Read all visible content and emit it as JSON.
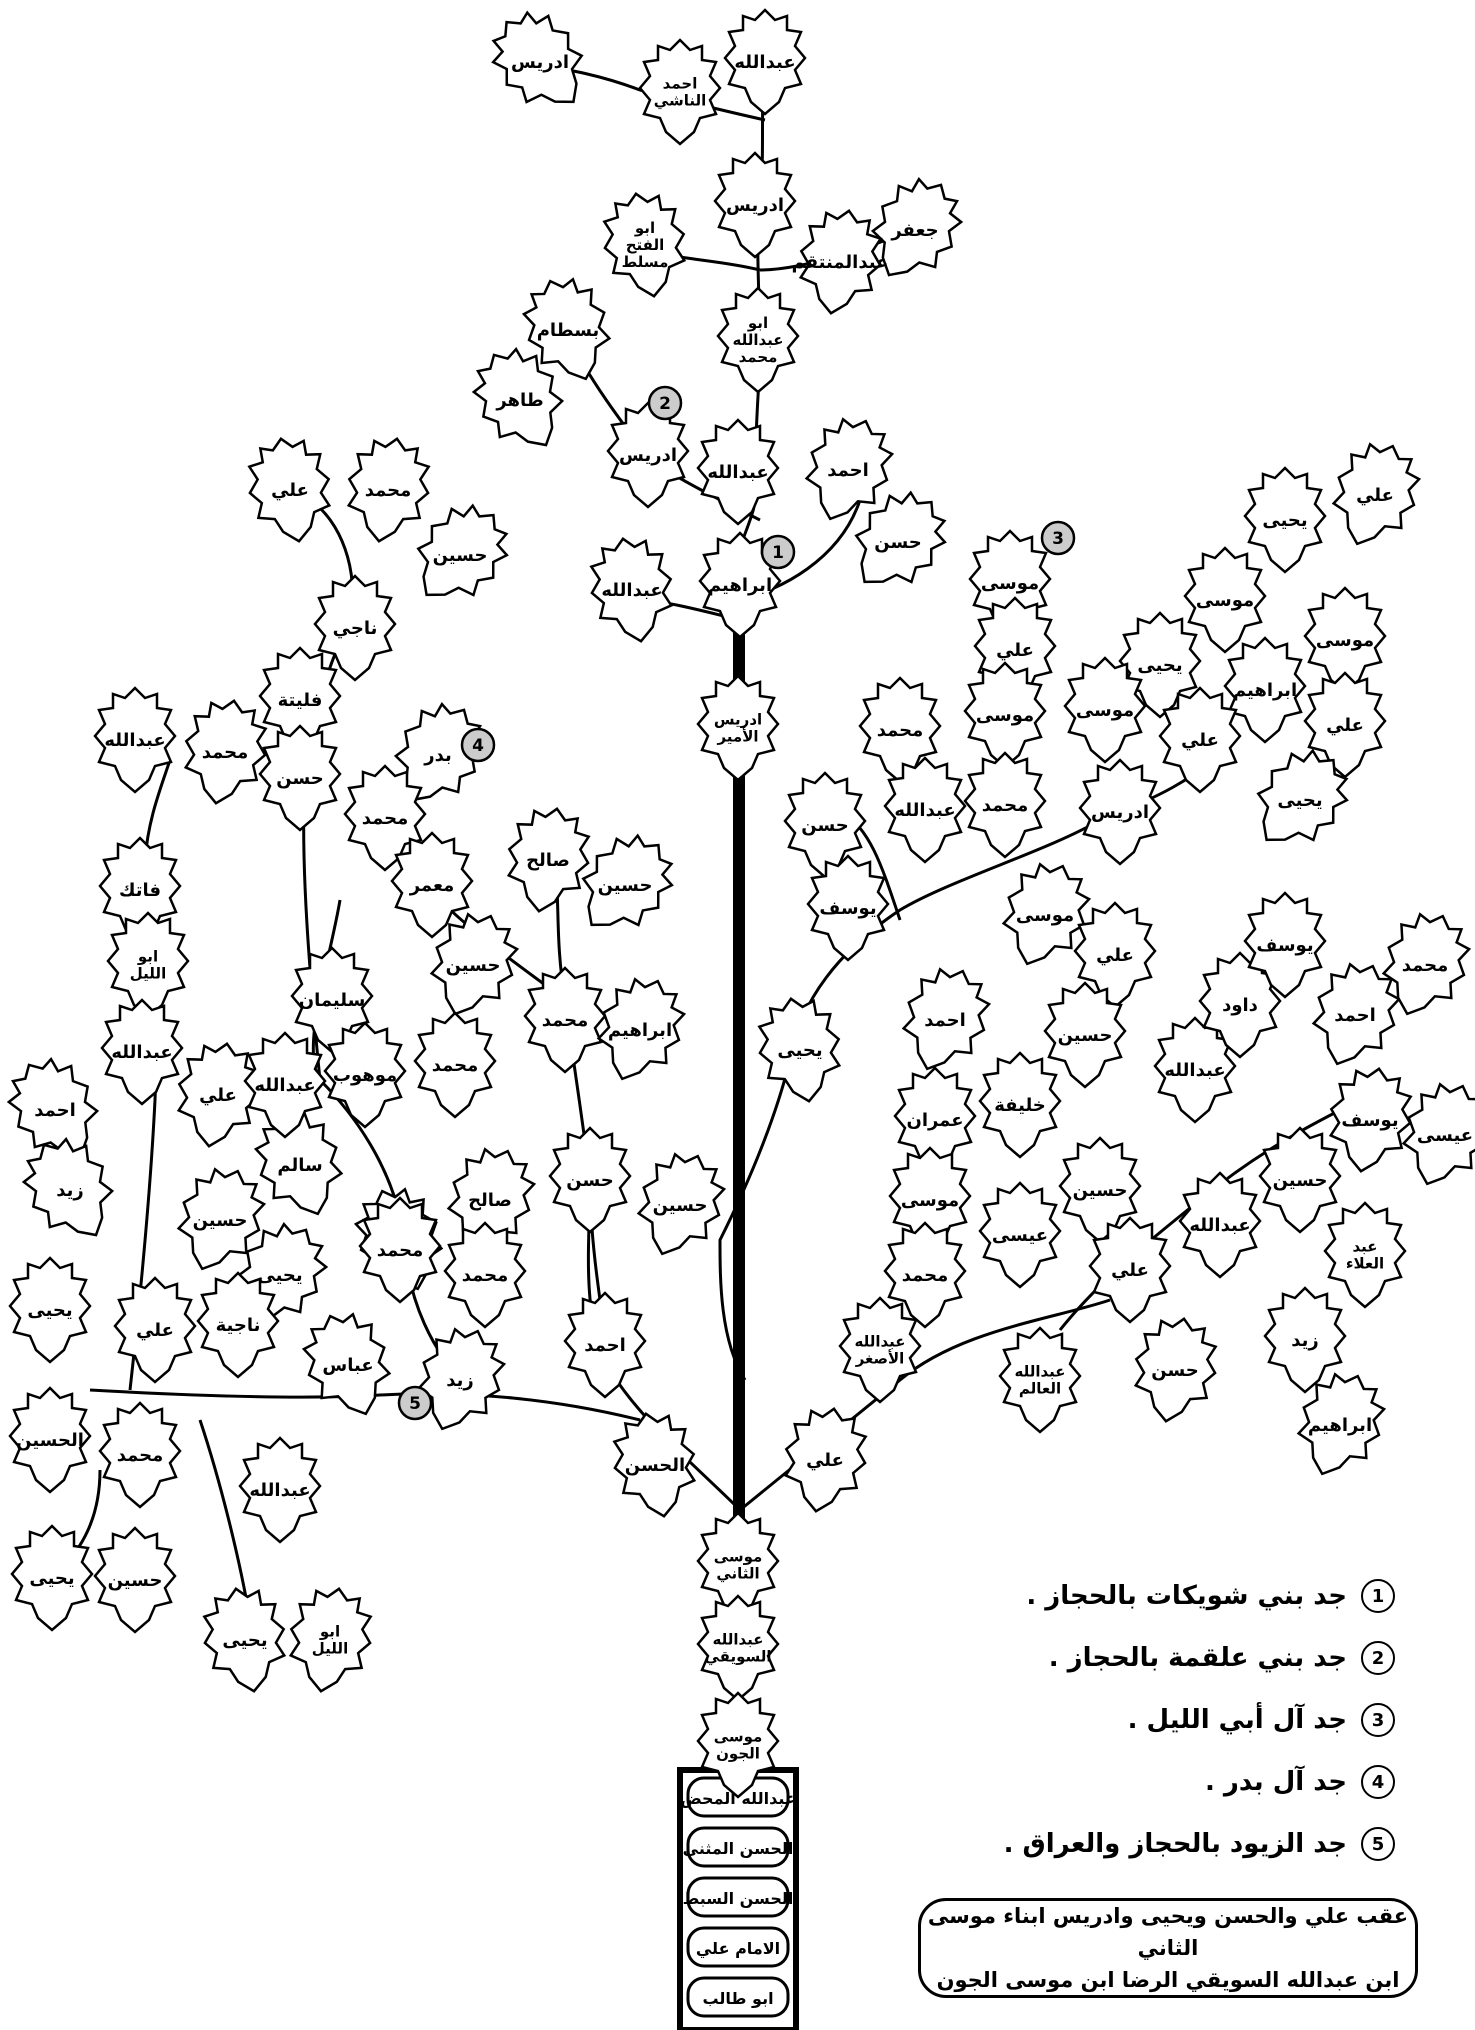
{
  "leaves": {
    "l_abdullah_top": "عبدالله",
    "l_ahmad_nashi": "احمد الناشي",
    "l_idris_top": "ادريس",
    "l_idris2": "ادريس",
    "l_jafar": "جعفر",
    "l_abulfath": "ابو الفتح مسلط",
    "l_abdulmuntaqim": "عبدالمنتقم",
    "l_abu_abdullah": "ابو عبدالله محمد",
    "l_bistam": "بسطام",
    "l_tahir": "طاهر",
    "l_idris3": "ادريس",
    "l_abdullah2": "عبدالله",
    "l_ahmad2": "احمد",
    "l_hasan_r1": "حسن",
    "l_ibrahim1": "ابراهيم",
    "l_abdullah3": "عبدالله",
    "l_idris_amir": "ادريس الأمير",
    "l_ali_tl": "علي",
    "l_muhammad_tl": "محمد",
    "l_husayn_tl": "حسين",
    "l_naji": "ناجي",
    "l_falita": "فليتة",
    "l_hasan_l1": "حسن",
    "l_badr": "بدر",
    "l_muhammad_l2": "محمد",
    "l_abdullah_l3": "عبدالله",
    "l_muhammad_l3": "محمد",
    "l_fatik": "فاتك",
    "l_abulayl": "ابو الليل",
    "l_abdullah_l4": "عبدالله",
    "l_ahmad_l1": "احمد",
    "l_ali_l2": "علي",
    "l_zayd_l1": "زيد",
    "l_husayn_l2": "حسين",
    "l_yahya_l1": "يحيى",
    "l_salim": "سالم",
    "l_abdullah_l5": "عبدالله",
    "l_sulayman": "سليمان",
    "l_mawhub": "موهوب",
    "l_mamar": "معمر",
    "l_husayn_l3": "حسين",
    "l_muhammad_l4": "محمد",
    "l_salih_l1": "صالح",
    "l_muhammad_l5": "محمد",
    "l_salih_l2": "صالح",
    "l_husayn_l4": "حسين",
    "l_muhammad_l6": "محمد",
    "l_ibrahim_l2": "ابراهيم",
    "l_hasan_l2": "حسن",
    "l_husayn_l5": "حسين",
    "l_muhammad_l7": "محمد",
    "l_ahmad_l2": "احمد",
    "l_muhammad_l8": "محمد",
    "l_zayd_l2": "زيد",
    "l_abbas": "عباس",
    "l_najiya": "ناجية",
    "l_ali_l3": "علي",
    "l_yahya_l2": "يحيى",
    "l_husayn_l6": "الحسين",
    "l_muhammad_l9": "محمد",
    "l_abdullah_l6": "عبدالله",
    "l_yahya_l3": "يحيى",
    "l_husayn_l7": "حسين",
    "l_yahya_l4": "يحيى",
    "l_abulayl2": "ابو الليل",
    "l_alhasan": "الحسن",
    "l_ali_r1": "علي",
    "l_yahya_r1": "يحيى",
    "l_musa_r1": "موسى",
    "l_musa_r2": "موسى",
    "l_ibrahim_r": "ابراهيم",
    "l_yahya_r2": "يحيى",
    "l_ali_r2": "علي",
    "l_yahya_r3": "يحيى",
    "l_musa_r3": "موسى",
    "l_ali_r3": "علي",
    "l_musa_r4": "موسى",
    "l_muhammad_r1": "محمد",
    "l_abdullah_r1": "عبدالله",
    "l_muhammad_r2": "محمد",
    "l_musa_r5": "موسى",
    "l_idris_r": "ادريس",
    "l_hasan_r2": "حسن",
    "l_yusuf_r1": "يوسف",
    "l_musa_r6": "موسى",
    "l_yahya_r4": "يحيى",
    "l_ahmad_r": "احمد",
    "l_ali_r4": "علي",
    "l_husayn_r1": "حسين",
    "l_abdullah_r2": "عبدالله",
    "l_dawud": "داود",
    "l_yusuf_r2": "يوسف",
    "l_ahmad_r2": "احمد",
    "l_muhammad_r3": "محمد",
    "l_khalifa": "خليفة",
    "l_imran": "عمران",
    "l_musa_r7": "موسى",
    "l_husayn_r2": "حسين",
    "l_isa_r1": "عيسى",
    "l_muhammad_r4": "محمد",
    "l_yusuf_r3": "يوسف",
    "l_isa_r2": "عيسى",
    "l_husayn_r3": "حسين",
    "l_abdullah_r3": "عبدالله",
    "l_ali_r5": "علي",
    "l_abdulala": "عبد العلاء",
    "l_zayd_r": "زيد",
    "l_hasan_r3": "حسن",
    "l_ibrahim_r2": "ابراهيم",
    "l_abdullah_asghar": "عبدالله الأصغر",
    "l_abdullah_alim": "عبدالله العالم",
    "l_ali_main": "علي",
    "l_musa_thani": "موسى الثاني",
    "l_abdullah_suwayqi": "عبدالله السويقي",
    "l_musa_jawn": "موسى الجون"
  },
  "markers": {
    "m1": "1",
    "m2": "2",
    "m3": "3",
    "m4": "4",
    "m5": "5"
  },
  "trunk_boxes": [
    "عبدالله المحض",
    "الحسن المثنى",
    "الحسن السبط",
    "الامام علي",
    "ابو طالب"
  ],
  "legend": [
    {
      "num": "1",
      "text": "جد بني شويكات بالحجاز ."
    },
    {
      "num": "2",
      "text": "جد بني علقمة بالحجاز ."
    },
    {
      "num": "3",
      "text": "جد آل أبي الليل ."
    },
    {
      "num": "4",
      "text": "جد آل بدر ."
    },
    {
      "num": "5",
      "text": "جد الزيود بالحجاز والعراق ."
    }
  ],
  "note": {
    "line1": "عقب علي والحسن ويحيى وادريس ابناء موسى الثاني",
    "line2": "ابن عبدالله السويقي الرضا ابن موسى الجون"
  }
}
